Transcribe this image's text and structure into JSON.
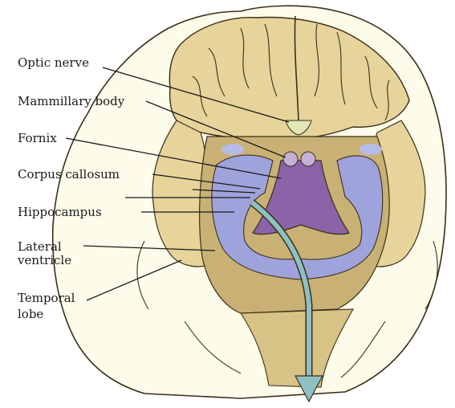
{
  "labels": {
    "optic_nerve": "Optic nerve",
    "mammillary_body": "Mammillary body",
    "fornix": "Fornix",
    "corpus_callosum": "Corpus callosum",
    "hippocampus": "Hippocampus",
    "lateral_ventricle_1": "Lateral",
    "lateral_ventricle_2": "ventricle",
    "temporal_lobe_1": "Temporal",
    "temporal_lobe_2": "lobe"
  },
  "colors": {
    "cortex": "#fdfbe9",
    "gyri": "#e7d49a",
    "deep_tissue": "#c9b175",
    "ventricle": "#9ea3dc",
    "fornix": "#8a63a8",
    "arrow": "#8ec0c4",
    "outline": "#3a2e1a"
  }
}
